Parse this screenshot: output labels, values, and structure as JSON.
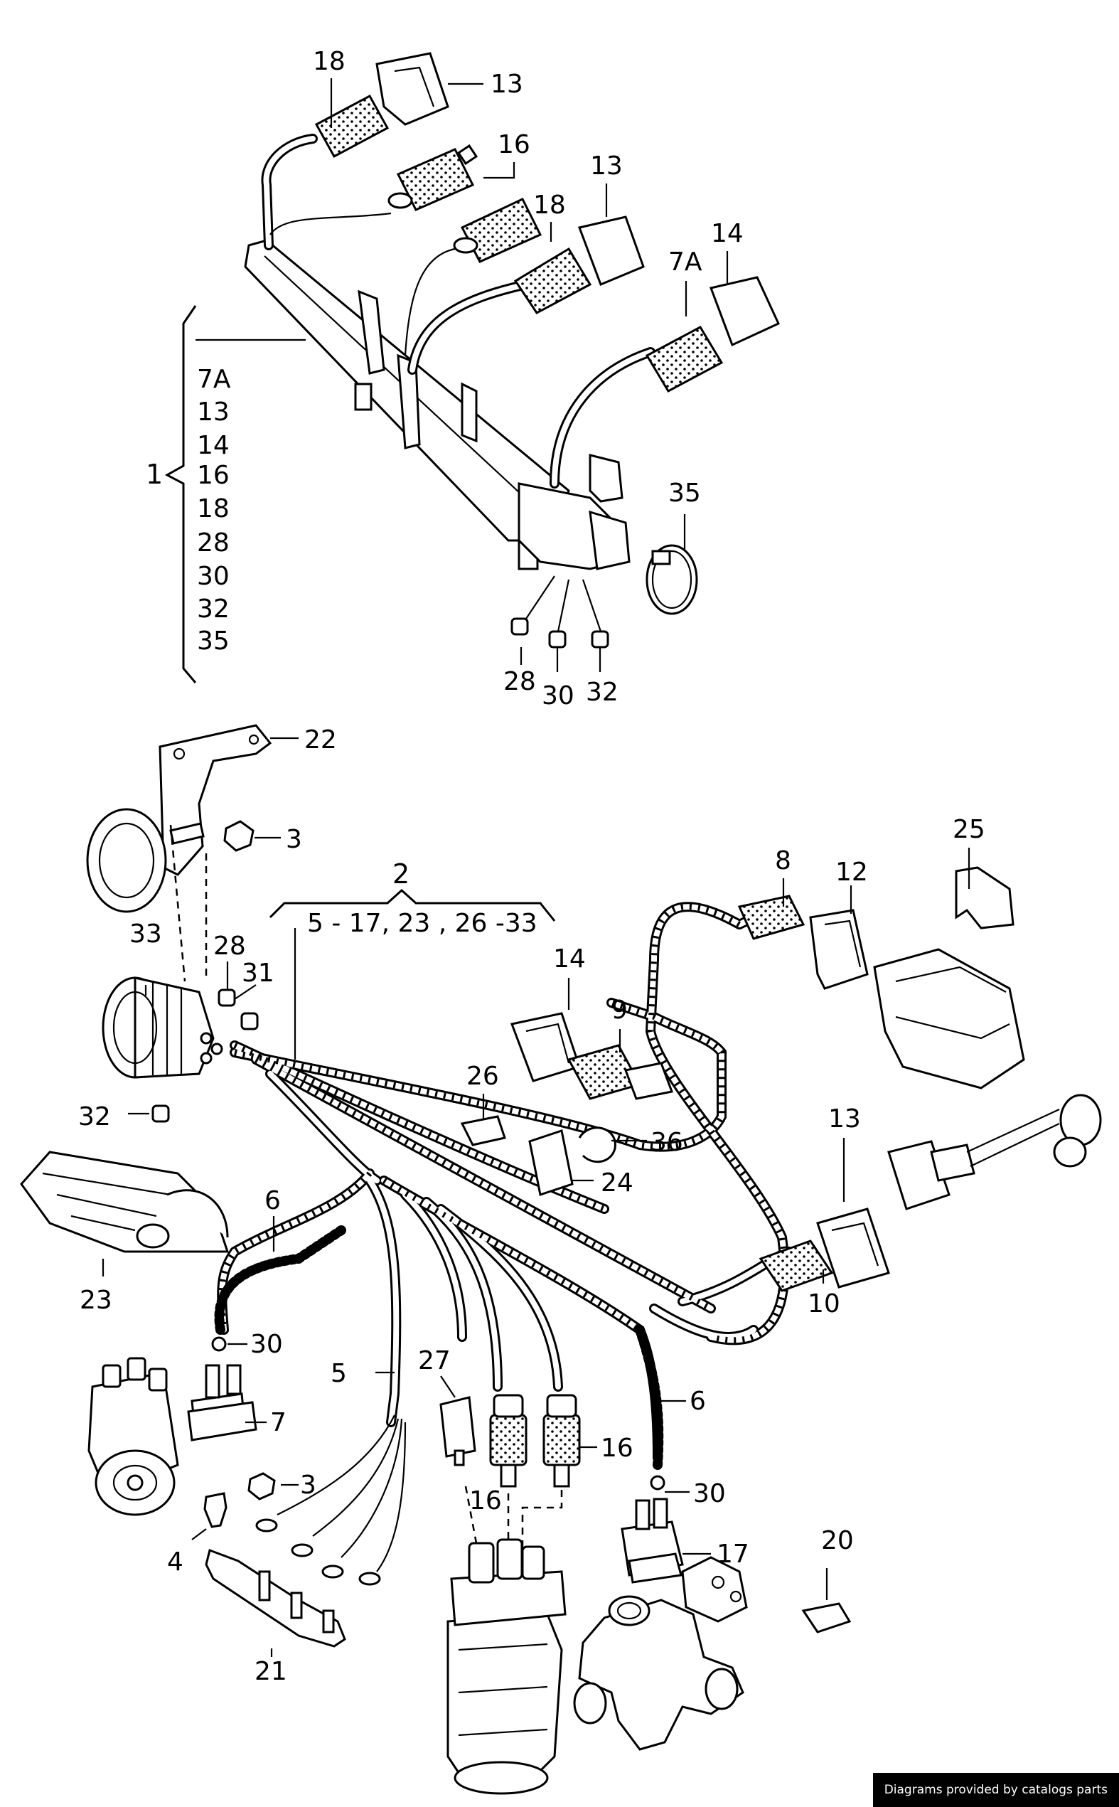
{
  "bracket_1": {
    "number": "1",
    "items": [
      "7A",
      "13",
      "14",
      "16",
      "18",
      "28",
      "30",
      "32",
      "35"
    ]
  },
  "bracket_2": {
    "number": "2",
    "range": "5 - 17, 23 , 26 -33"
  },
  "callouts": {
    "c18a": "18",
    "c13a": "13",
    "c16a": "16",
    "c13b": "13",
    "c18b": "18",
    "c14a": "14",
    "c7A": "7A",
    "c35": "35",
    "c28a": "28",
    "c30a": "30",
    "c32a": "32",
    "c22": "22",
    "c3a": "3",
    "c33": "33",
    "c28b": "28",
    "c31": "31",
    "c32b": "32",
    "c14b": "14",
    "c9": "9",
    "c8": "8",
    "c12": "12",
    "c25": "25",
    "c26": "26",
    "c36": "36",
    "c24": "24",
    "c13c": "13",
    "c10": "10",
    "c23": "23",
    "c6a": "6",
    "c30b": "30",
    "c5": "5",
    "c27": "27",
    "c6b": "6",
    "c7": "7",
    "c16b": "16",
    "c16c": "16",
    "c3b": "3",
    "c30c": "30",
    "c4": "4",
    "c17": "17",
    "c20": "20",
    "c21": "21"
  },
  "footer": {
    "credit": "Diagrams provided by catalogs parts"
  }
}
